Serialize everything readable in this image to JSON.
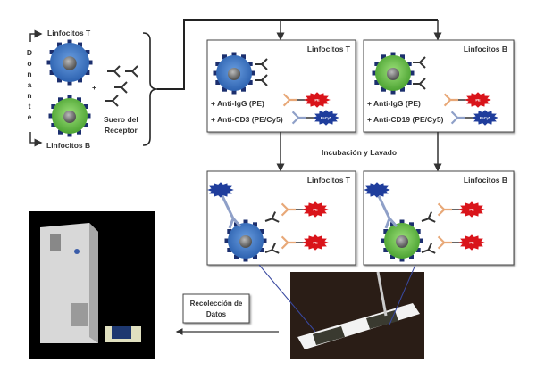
{
  "donor": {
    "label_letters": [
      "D",
      "o",
      "n",
      "a",
      "n",
      "t",
      "e"
    ],
    "t_cells": "Linfocitos T",
    "b_cells": "Linfocitos B",
    "plus": "+",
    "serum_line1": "Suero del",
    "serum_line2": "Receptor"
  },
  "stage1": {
    "t_box": {
      "title": "Linfocitos T",
      "reagent1": "+ Anti-IgG (PE)",
      "reagent2": "+ Anti-CD3 (PE/Cy5)"
    },
    "b_box": {
      "title": "Linfocitos B",
      "reagent1": "+ Anti-IgG (PE)",
      "reagent2": "+ Anti-CD19 (PE/Cy5)"
    }
  },
  "incubation_label": "Incubación y Lavado",
  "stage2": {
    "t_box": {
      "title": "Linfocitos T"
    },
    "b_box": {
      "title": "Linfocitos B"
    }
  },
  "fluorophores": {
    "pe": "PE",
    "pecy5": "PeCy5"
  },
  "data_collection": {
    "line1": "Recolección de",
    "line2": "Datos"
  },
  "colors": {
    "t_cell": "#3f78c6",
    "b_cell": "#6cc04a",
    "pe": "#d9141a",
    "pecy5": "#1f3d9c",
    "anti_igg": "#e8a878",
    "anti_cd": "#8fa0c8",
    "arrow": "#333333"
  }
}
